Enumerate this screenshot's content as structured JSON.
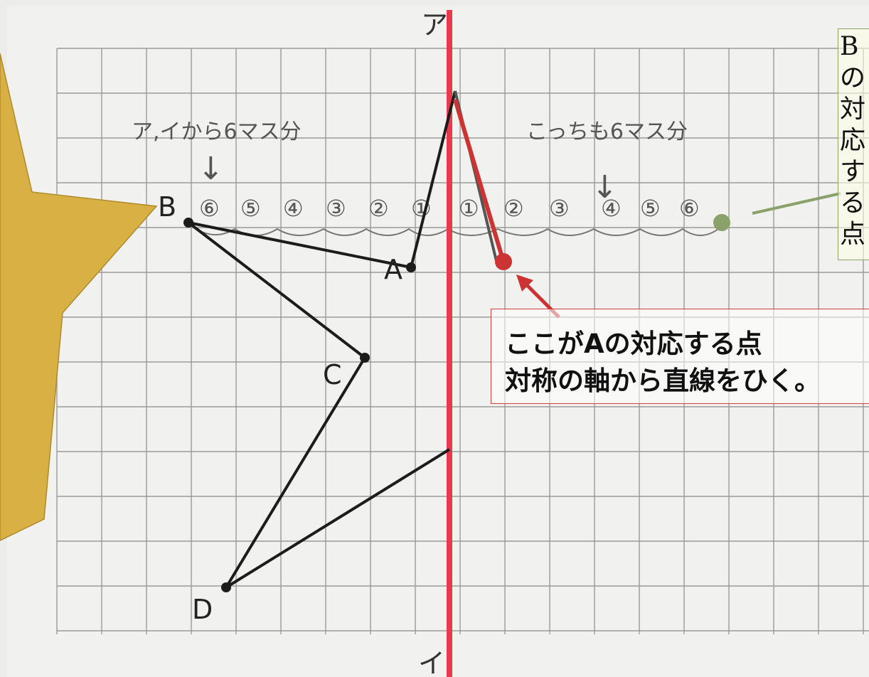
{
  "axis": {
    "top_label": "ア",
    "bottom_label": "イ"
  },
  "points": {
    "A": "A",
    "B": "B",
    "C": "C",
    "D": "D"
  },
  "notes": {
    "left": "ア,イから6マス分",
    "left_arrow": "↓",
    "right": "こっちも6マス分",
    "right_arrow": "↓"
  },
  "counts_left": [
    "⑥",
    "⑤",
    "④",
    "③",
    "②",
    "①"
  ],
  "counts_right": [
    "①",
    "②",
    "③",
    "④",
    "⑤",
    "⑥"
  ],
  "callout": {
    "line1": "ここがAの対応する点",
    "line2": "対称の軸から直線をひく。"
  },
  "side_note": {
    "text": "Bの対応する点"
  },
  "colors": {
    "axis": "#e83a4c",
    "line": "#1c1c1c",
    "highlight_line": "#cc3333",
    "green_marker": "#8aa26a",
    "star": "#d8b043"
  }
}
